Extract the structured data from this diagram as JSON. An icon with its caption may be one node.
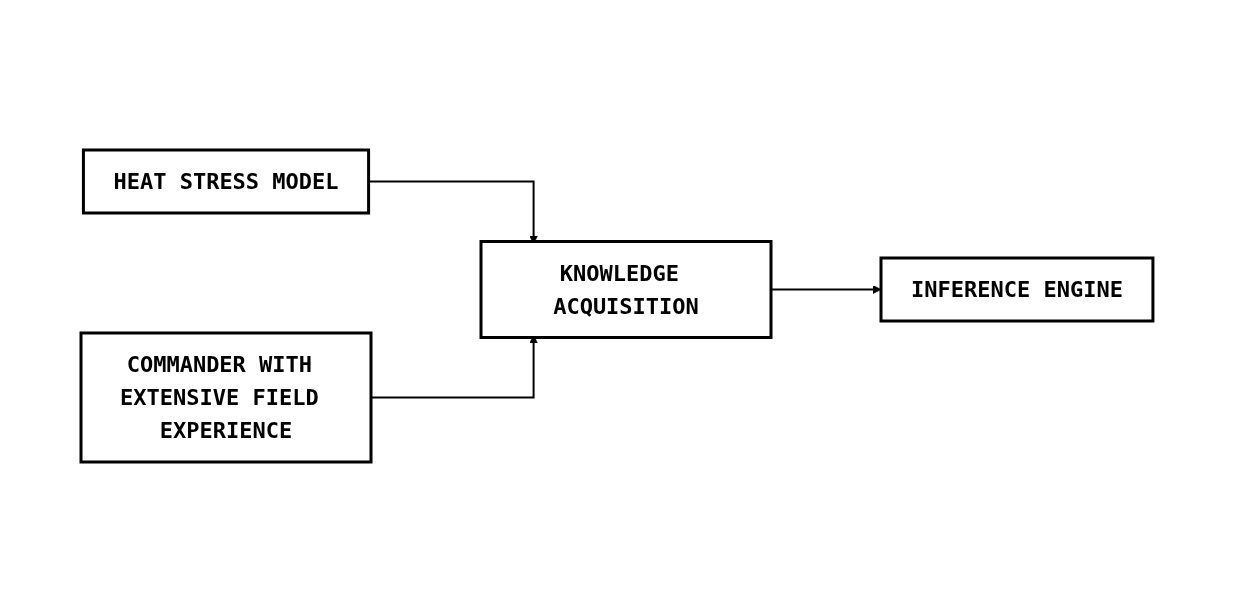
{
  "diagram": {
    "nodes": [
      {
        "text": [
          "HEAT STRESS MODEL"
        ]
      },
      {
        "text": [
          "KNOWLEDGE ACQUISITION"
        ]
      },
      {
        "text": [
          "INFERENCE ENGINE"
        ]
      },
      {
        "text": [
          "COMMANDER WITH EXTENSIVE FIELD EXPERIENCE"
        ]
      }
    ],
    "edges": [
      {
        "from": 0,
        "to": 1,
        "arrow": "to"
      },
      {
        "from": 3,
        "to": 1,
        "arrow": "to"
      },
      {
        "from": 1,
        "to": 2,
        "arrow": "to"
      }
    ]
  }
}
